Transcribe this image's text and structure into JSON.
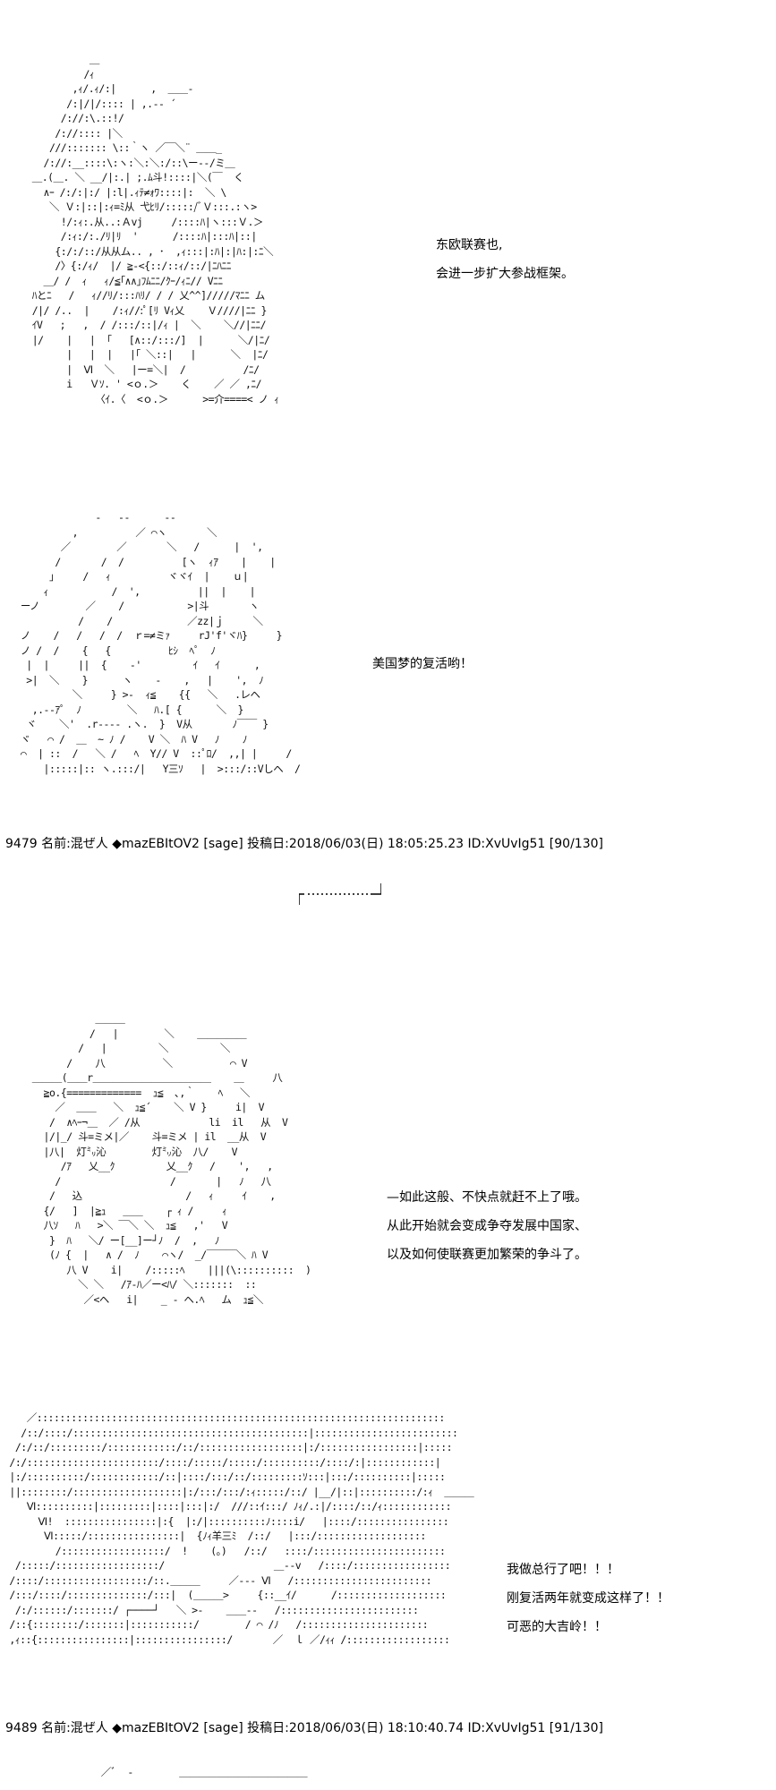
{
  "panels": [
    {
      "art_lines": [
        "              ＿",
        "             /ｨ",
        "           ,ｨ/.ｨ/:|      ,  ＿＿-",
        "          /:|/|/:::: | ,.-‐ ´",
        "         /://:\\.::!/",
        "        /://:::: |＼",
        "       ///::::::: \\::｀ヽ ／￣＼¨ ＿＿_",
        "      /://:__::::\\:ヽ:＼:＼:/::\\ー--/ミ＿",
        "    ＿.(＿. ＼ __/|:.| ;.ﾑ斗!::::|＼(￣  く",
        "      ∧ｰ /:/:|:/ |:l|.ｨﾃ≠ｫﾜ::::|:  ＼ \\",
        "       ＼ Ｖ:|::|:ｨ=ﾐ从 弋ﾋﾘ/:::::/ﾞＶ:::.:ヽ>",
        "         !/:ｨ:.从..:Ａvj     /::::ﾊ|ヽ:::Ｖ.＞",
        "         /:ｨ:/:./ﾘ|ﾘ  '      /::::ﾊ|:::ﾊ|::|",
        "        {:/:/::/从从ム.. , ･  ,ｨ:::|:ﾊ|:|ﾊ:|:ﾆ＼",
        "        /〉{:/ｨ/  |/ ≧-<{::/::ｨ/::/|ﾆﾊﾆﾆ",
        "      ＿/ /  ｨ   ｨ/≦｢∧∧｣ﾌﾑﾆﾆ/ｸｰ/ｨﾆ// Vﾆﾆ",
        "    ﾊとﾆ   /   ｨ//ﾘ/:::ﾊﾘ/ / / 乂^^]/////ﾏﾆﾆ ム",
        "    /|/ /..  |    /:ｨ//:ﾟ[ﾘ Vｨ乂    Ｖ////|ﾆﾆ }",
        "    ｲV   ;   ,  / /:::/::|/ｨ |  ＼    ＼//|ﾆﾆ/",
        "    |/    |   |  ｢   [∧::/:::/]  |      ＼/|ﾆ/",
        "          |   |  |   |｢ ＼::|   |      ＼  |ﾆ/",
        "          |  Ⅵ  ＼   |ー=＼|  /          /ﾆ/",
        "          i   Ｖｿ. ' <ｏ.＞    く    ／ ／ ,ﾆ/",
        "               〈ｲ.〈  <ｏ.＞      >=介====< ノ ｨ"
      ],
      "dialog": [
        "东欧联赛也,",
        "会进一步扩大参战框架。"
      ]
    },
    {
      "art_lines": [
        "               -   --      --",
        "           ,          ／ ⌒ヽ       ＼",
        "         ／        ／       ＼   /      |  ',",
        "        /       /  /          [ヽ  ｨｱ    |    |",
        "       ｣     /   ｨ          ヾヾｲ  |    ｕ|",
        "      ｨ           /  ',          ||  |    |",
        "  ーノ        ／    /           >|斗       ヽ",
        "            /    /             ／zz|ｊ     ＼",
        "  ノ    /   /   /  /  ｒ=≠ミｧ     rJ'f'ヾﾊ}     }",
        "  ノ /  /    {   {          ﾋｼ  ﾍﾟ  ﾉ",
        "   |  |     ||  {    ‐'         ｲ   ｲ      ,",
        "   >|  ＼    }      ヽ    -    ,   |    ',  ﾉ",
        "           ＼     } >-  ｨ≦    {{   ＼   .レヘ",
        "    ,.-‐ｱﾟ  ﾉ        ＼   ﾊ.[ {      ＼  }",
        "   ヾ    ＼'  .r‐-‐- .ヽ.  }  V从       ﾉ￣￣ }",
        "  ヾ   ⌒ /  ＿  ~ ﾉ /    V ＼  ﾊ V   ﾉ    ﾉ",
        "  ⌒  | ::  /   ＼ /   ﾍ  Y// V  ::ﾟﾛ/  ,,| |     /",
        "      |:::::|:: ヽ.:::/|   Y三ｿ   |  >:::/::Vしヘ  /"
      ],
      "dialog": [
        "美国梦的复活哟！"
      ]
    },
    {
      "art_lines": [
        "               ＿＿＿",
        "              /   |        ＼    ＿＿＿＿＿",
        "            /   |         ＼         ＼",
        "          /    八          ＼          ⌒ V",
        "    ＿＿＿(＿＿r＿＿＿＿＿＿＿＿＿＿＿＿    ＿     八",
        "      ≧o.{=============  ｭ≦  ､,｀    ﾍ   ＼",
        "        ／  ＿＿   ＼  ｭ≦´    ＼ V }     i|  V",
        "       /  ∧ﾍｰ¬＿  ／ /从            li  il   从  V",
        "      |/|_/ 斗=ミメ|／    斗=ミメ | il  __从  V",
        "      |八|  灯㍉沁        灯㍉沁  八/    V",
        "         /ｱ   乂__ｸ         乂__ｸ   /    ',   ,",
        "        /                   /       |   ﾉ   八",
        "       /   込                  /   ｨ     ｲ    ,",
        "      {/   ]  |≧ｭ   ＿＿    ┌ ｨ /     ｨ",
        "      八ｿ   ﾊ   >＼ ￣＼ ＼  ｭ≦   ,'   V",
        "       }  ﾊ   ＼/ ー[__]ー┘ﾉ  /  ,   ﾉ",
        "       (ﾉ {  |   ∧ /  ﾉ    ⌒ヽ/  _/￣￣￣＼ ﾊ V",
        "          八 V    i|    /:::::ﾍ    |||(\\::::::::::  )",
        "            ＼ ＼   /ｱ‐ﾊ／ー<ﾊ/ ＼:::::::  ::",
        "             ／<ヘ   i|    _ - ヘ.ﾍ   ム  ｭ≦＼"
      ],
      "dialog": [
        "—如此这般、不快点就赶不上了哦。",
        "从此开始就会变成争夺发展中国家、",
        "以及如何使联赛更加繁荣的争斗了。"
      ]
    },
    {
      "art_lines": [
        "    ／:::::::::::::::::::::::::::::::::::::::::::::::::::::::::::::::::::::::",
        "   /::/::::/:::::::::::::::::::::::::::::::::::::::::|:::::::::::::::::::::::::",
        "  /:/::/:::::::::/::::::::::::/::/::::::::::::::::::|:/:::::::::::::::::|:::::",
        " /:/:::::::::::::::::::::::/::::/:::::/:::::/::::::::::/::::/:|::::::::::::|",
        " |:/::::::::::/::::::::::::/::|::::/:::/::/:::::::::ｿ:::|:::/::::::::::|:::::",
        " ||::::::::/:::::::::::::::::::|:/:::/:::/:ｨ:::::/::/ |__/|::|::::::::::/:ｨ  ＿＿＿",
        "    Ⅵ::::::::::|:::::::::|::::|:::|:/  ///::ｲ:::/ ﾉｨ/.:|/::::/::/ｨ::::::::::::",
        "      Ⅵ!  ::::::::::::::::|:{  |:/|::::::::::ﾉ::::i/   |::::/::::::::::::::::",
        "       Ⅵ:::::/::::::::::::::::|  {ﾉｨ羊三ﾐ  /::/   |:::/:::::::::::::::::::",
        "         /::::::::::::::::::/  !    (｡)   /::/   ::::/:::::::::::::::::::::::",
        "  /:::::/::::::::::::::::::/                   ＿--v   /::::/:::::::::::::::::",
        " /::::/::::::::::::::::::/::.＿＿＿     ／‐-- Ⅵ   /::::::::::::::::::::::::",
        " /:::/::::/::::::::::::::/:::|  (＿＿＿>     {::__ｲ/      /:::::::::::::::::::",
        "  /:/::::::/:::::::/ ┌────┘   ＼ >-    ＿＿--   /::::::::::::::::::::::::",
        " /::{::::::::/:::::::|:::::::::::/        / ⌒ /ﾉ   /::::::::::::::::::::::",
        " ,ｨ::{::::::::::::::::|::::::::::::::::/       ／  ｌ ／/ｨｨ /::::::::::::::::::"
      ],
      "dialog": [
        "我做总行了吧！！！",
        "刚复活两年就变成这样了！！",
        "可恶的大吉岭！！"
      ]
    }
  ],
  "posts": [
    {
      "header": "9479 名前:混ぜ人 ◆mazEBItOV2 [sage] 投稿日:2018/06/03(日) 18:05:25.23 ID:XvUvIg51 [90/130]"
    },
    {
      "header": "9489 名前:混ぜ人 ◆mazEBItOV2 [sage] 投稿日:2018/06/03(日) 18:10:40.74 ID:XvUvIg51 [91/130]"
    }
  ],
  "divider": "┌………┘",
  "footer_art": "                ／ﾞ  ‐        ＿＿＿＿＿＿＿＿＿＿＿＿＿"
}
